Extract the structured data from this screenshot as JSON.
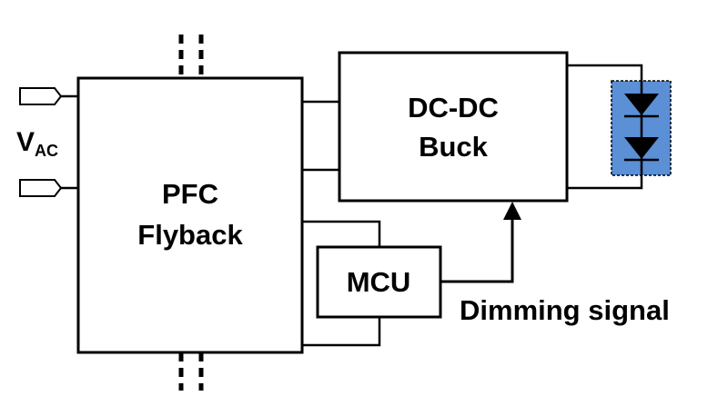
{
  "blocks": {
    "pfc": {
      "line1": "PFC",
      "line2": "Flyback"
    },
    "buck": {
      "line1": "DC-DC",
      "line2": "Buck"
    },
    "mcu": {
      "label": "MCU"
    }
  },
  "labels": {
    "vac_main": "V",
    "vac_sub": "AC",
    "dimming": "Dimming signal"
  },
  "colors": {
    "led_fill": "#5b8fd6",
    "stroke": "#000000"
  }
}
